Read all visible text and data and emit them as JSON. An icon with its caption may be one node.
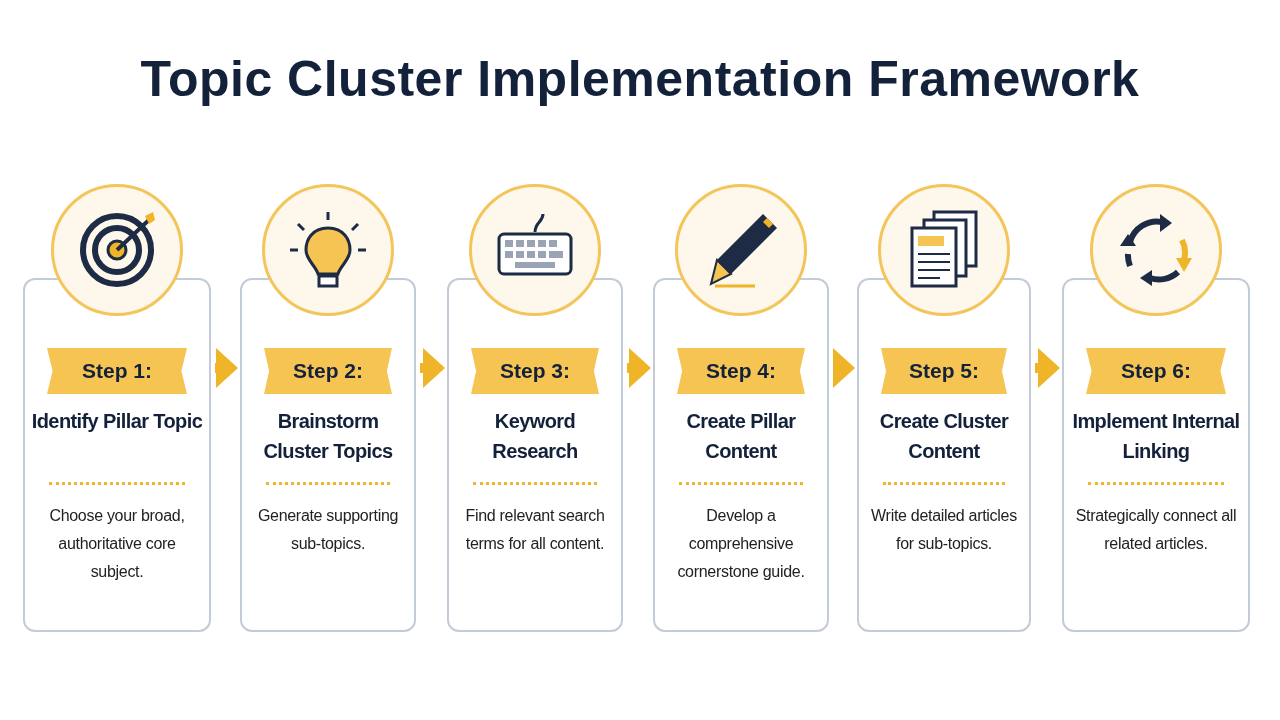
{
  "diagram": {
    "title": "Topic Cluster Implementation Framework",
    "nodes": [
      {
        "text": [
          "Step 1:",
          "Identify Pillar Topic",
          "Choose your broad, authoritative core subject."
        ]
      },
      {
        "text": [
          "Step 2:",
          "Brainstorm Cluster Topics",
          "Generate supporting sub-topics."
        ]
      },
      {
        "text": [
          "Step 3:",
          "Keyword Research",
          "Find relevant search terms for all content."
        ]
      },
      {
        "text": [
          "Step 4:",
          "Create Pillar Content",
          "Develop a comprehensive cornerstone guide."
        ]
      },
      {
        "text": [
          "Step 5:",
          "Create Cluster Content",
          "Write detailed articles for sub-topics."
        ]
      },
      {
        "text": [
          "Step 6:",
          "Implement Internal Linking",
          "Strategically connect all related articles."
        ]
      }
    ],
    "edges": [
      {
        "from": 0,
        "to": 1,
        "arrow": "to"
      },
      {
        "from": 1,
        "to": 2,
        "arrow": "to"
      },
      {
        "from": 2,
        "to": 3,
        "arrow": "to"
      },
      {
        "from": 3,
        "to": 4,
        "arrow": "to"
      },
      {
        "from": 4,
        "to": 5,
        "arrow": "to"
      }
    ]
  }
}
